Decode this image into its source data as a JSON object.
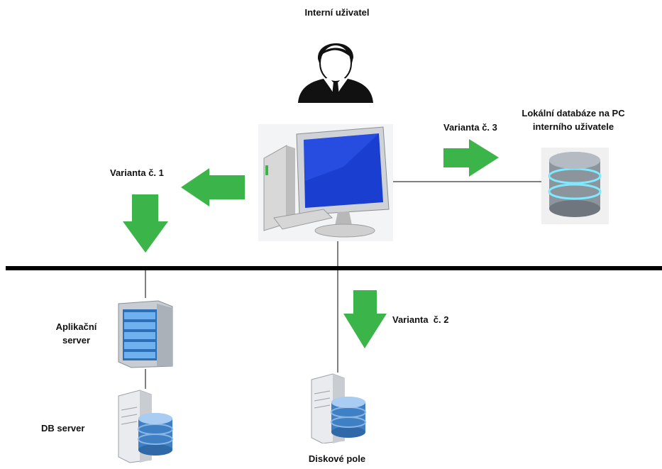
{
  "user": {
    "label": "Interní uživatel",
    "icon": "user-icon"
  },
  "workstation": {
    "icon": "desktop-pc-icon"
  },
  "variants": {
    "v1": "Varianta č. 1",
    "v2": "Varianta  č. 2",
    "v3": "Varianta č. 3"
  },
  "local_db": {
    "line1": "Lokální databáze na PC",
    "line2": "interního uživatele",
    "icon": "database-icon"
  },
  "app_server": {
    "line1": "Aplikační",
    "line2": "server",
    "icon": "rack-server-icon"
  },
  "db_server": {
    "label": "DB server",
    "icon": "db-server-icon"
  },
  "disk_array": {
    "label": "Diskové pole",
    "icon": "disk-array-icon"
  },
  "colors": {
    "arrow": "#3bb54a",
    "line": "#000000",
    "monitor": "#1a3fd0"
  }
}
